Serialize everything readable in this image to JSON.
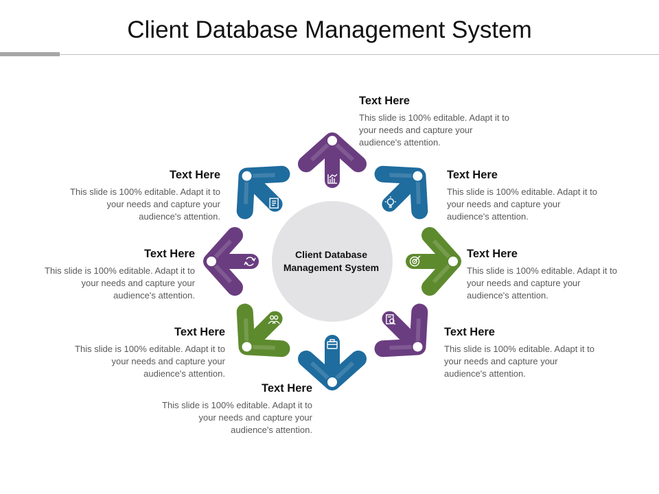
{
  "title": "Client Database Management System",
  "center_label": "Client Database Management System",
  "colors": {
    "purple": "#6a3d80",
    "blue": "#1f6c9e",
    "green": "#5e8a2e",
    "hub": "#e3e3e5"
  },
  "items": [
    {
      "heading": "Text Here",
      "body": "This slide is 100% editable. Adapt it to your needs and capture your audience's attention.",
      "icon": "chart-icon",
      "color": "purple"
    },
    {
      "heading": "Text Here",
      "body": "This slide is 100% editable. Adapt it to your needs and capture your audience's attention.",
      "icon": "lightbulb-icon",
      "color": "blue"
    },
    {
      "heading": "Text Here",
      "body": "This slide is 100% editable. Adapt it to your needs and capture your audience's attention.",
      "icon": "target-icon",
      "color": "green"
    },
    {
      "heading": "Text Here",
      "body": "This slide is 100% editable. Adapt it to your needs and capture your audience's attention.",
      "icon": "document-search-icon",
      "color": "purple"
    },
    {
      "heading": "Text Here",
      "body": "This slide is 100% editable. Adapt it to your needs and capture your audience's attention.",
      "icon": "briefcase-icon",
      "color": "blue"
    },
    {
      "heading": "Text Here",
      "body": "This slide is 100% editable. Adapt it to your needs and capture your audience's attention.",
      "icon": "team-icon",
      "color": "green"
    },
    {
      "heading": "Text Here",
      "body": "This slide is 100% editable. Adapt it to your needs and capture your audience's attention.",
      "icon": "refresh-icon",
      "color": "purple"
    },
    {
      "heading": "Text Here",
      "body": "This slide is 100% editable. Adapt it to your needs and capture your audience's attention.",
      "icon": "report-icon",
      "color": "blue"
    }
  ]
}
